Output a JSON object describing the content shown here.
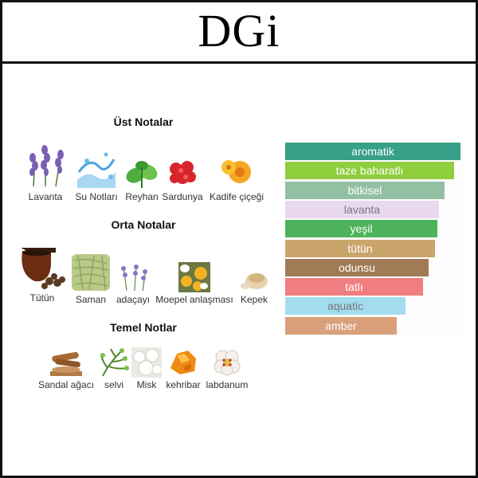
{
  "brand": {
    "logo_text": "DGi"
  },
  "sections": {
    "top": {
      "title": "Üst Notalar",
      "notes": [
        {
          "label": "Lavanta",
          "icon": "lavender-icon"
        },
        {
          "label": "Su Notları",
          "icon": "water-splash-icon"
        },
        {
          "label": "Reyhan",
          "icon": "basil-icon"
        },
        {
          "label": "Sardunya",
          "icon": "geranium-icon"
        },
        {
          "label": "Kadife çiçeği",
          "icon": "marigold-icon"
        }
      ]
    },
    "middle": {
      "title": "Orta Notalar",
      "notes": [
        {
          "label": "Tütün",
          "icon": "tobacco-pipe-icon"
        },
        {
          "label": "Saman",
          "icon": "hay-icon"
        },
        {
          "label": "adaçayı",
          "icon": "sage-icon"
        },
        {
          "label": "Moepel anlaşması",
          "icon": "maple-fruit-icon"
        },
        {
          "label": "Kepek",
          "icon": "bran-icon"
        }
      ]
    },
    "base": {
      "title": "Temel Notlar",
      "notes": [
        {
          "label": "Sandal ağacı",
          "icon": "sandalwood-icon"
        },
        {
          "label": "selvi",
          "icon": "cypress-icon"
        },
        {
          "label": "Misk",
          "icon": "musk-icon"
        },
        {
          "label": "kehribar",
          "icon": "amber-resin-icon"
        },
        {
          "label": "labdanum",
          "icon": "labdanum-flower-icon"
        }
      ]
    }
  },
  "accords": [
    {
      "label": "aromatik",
      "color": "#37a088",
      "strength": 1.0,
      "text_color": "#ffffff"
    },
    {
      "label": "taze baharatlı",
      "color": "#8fce3c",
      "strength": 0.965,
      "text_color": "#ffffff"
    },
    {
      "label": "bitkisel",
      "color": "#93c0a3",
      "strength": 0.911,
      "text_color": "#ffffff"
    },
    {
      "label": "lavanta",
      "color": "#ead8f0",
      "strength": 0.876,
      "text_color": "#777777"
    },
    {
      "label": "yeşil",
      "color": "#4fb35b",
      "strength": 0.867,
      "text_color": "#ffffff"
    },
    {
      "label": "tütün",
      "color": "#c9a56c",
      "strength": 0.854,
      "text_color": "#ffffff"
    },
    {
      "label": "odunsu",
      "color": "#a17b55",
      "strength": 0.819,
      "text_color": "#ffffff"
    },
    {
      "label": "tatlı",
      "color": "#f07d80",
      "strength": 0.788,
      "text_color": "#ffffff"
    },
    {
      "label": "aquatic",
      "color": "#a3dcef",
      "strength": 0.686,
      "text_color": "#777777"
    },
    {
      "label": "amber",
      "color": "#d9a07a",
      "strength": 0.637,
      "text_color": "#ffffff"
    }
  ]
}
